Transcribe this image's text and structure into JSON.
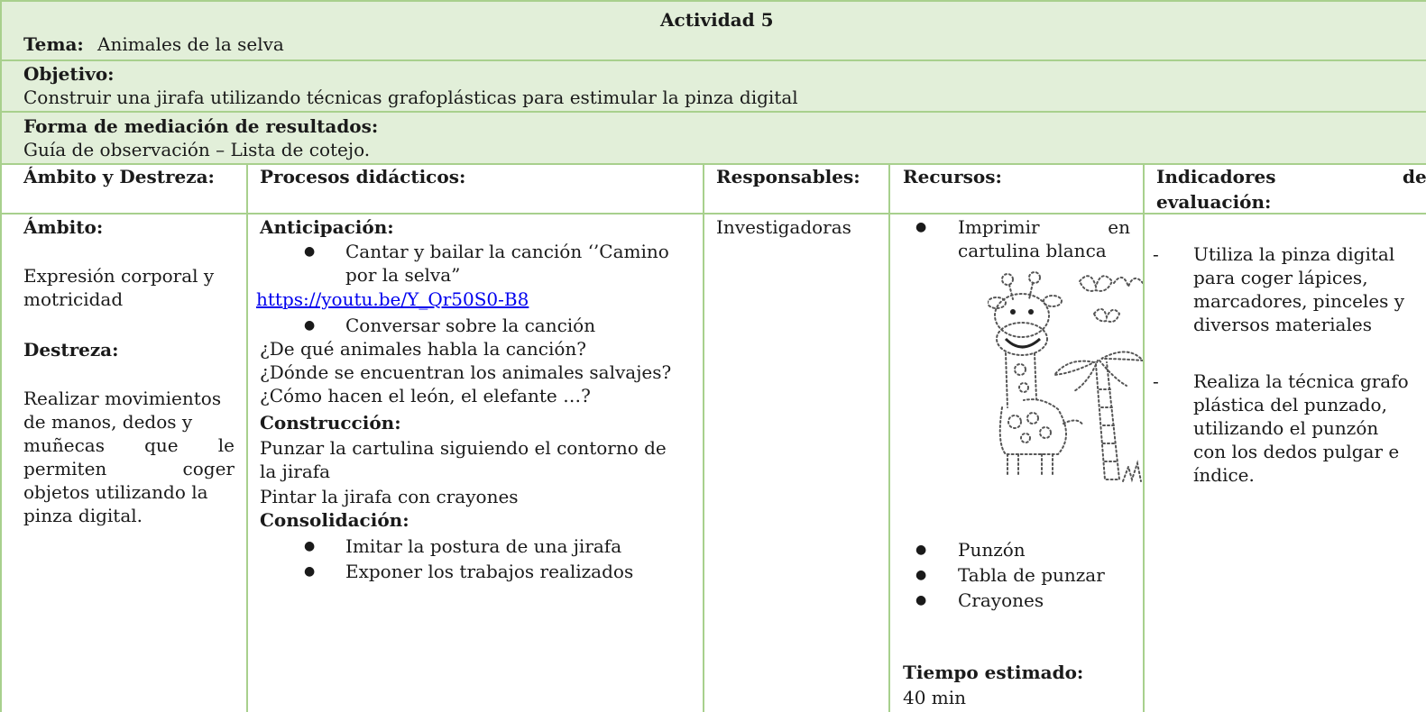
{
  "header": {
    "title": "Actividad 5",
    "tema_label": "Tema:",
    "tema_value": "Animales de la selva",
    "objetivo_label": "Objetivo:",
    "objetivo_value": "Construir una jirafa utilizando técnicas grafoplásticas para estimular la pinza digital",
    "forma_label": "Forma de mediación de resultados:",
    "forma_value": "Guía de observación – Lista de cotejo."
  },
  "columns": {
    "ambito": "Ámbito y Destreza:",
    "procesos": "Procesos didácticos:",
    "responsables": "Responsables:",
    "recursos": "Recursos:",
    "indicadores_1": "Indicadores",
    "indicadores_de": "de",
    "indicadores_2": "evaluación:"
  },
  "ambito_col": {
    "ambito_label": "Ámbito:",
    "ambito_l1": "Expresión corporal y",
    "ambito_l2": "motricidad",
    "destreza_label": "Destreza:",
    "destreza_l1": "Realizar movimientos",
    "destreza_l2": "de manos, dedos y",
    "destreza_l3a": "muñecas",
    "destreza_l3b": "que",
    "destreza_l3c": "le",
    "destreza_l4a": "permiten",
    "destreza_l4b": "coger",
    "destreza_l5": "objetos utilizando la",
    "destreza_l6": "pinza digital."
  },
  "procesos_col": {
    "anticipacion": "Anticipación:",
    "cantar_l1": "Cantar y bailar la canción ‘’Camino",
    "cantar_l2": "por la selva”",
    "link": "https://youtu.be/Y_Qr50S0-B8",
    "conversar": "Conversar sobre la canción",
    "q1": "¿De qué animales habla la canción?",
    "q2": "¿Dónde se encuentran los animales salvajes?",
    "q3": "¿Cómo hacen el león, el elefante …?",
    "construccion": "Construcción:",
    "punzar_l1": "Punzar la cartulina siguiendo el contorno de",
    "punzar_l2": "la jirafa",
    "pintar": "Pintar la jirafa con crayones",
    "consolidacion": "Consolidación:",
    "imitar": "Imitar la postura de una jirafa",
    "exponer": "Exponer los trabajos realizados"
  },
  "responsables_col": {
    "value": "Investigadoras"
  },
  "recursos_col": {
    "imprimir_a": "Imprimir",
    "imprimir_b": "en",
    "imprimir_l2": "cartulina blanca",
    "punzon": "Punzón",
    "tabla": "Tabla de punzar",
    "crayones": "Crayones",
    "tiempo_label": "Tiempo estimado:",
    "tiempo_value": "40 min"
  },
  "indicadores_col": {
    "i1_l1": "Utiliza la pinza digital",
    "i1_l2": "para coger lápices,",
    "i1_l3": "marcadores, pinceles y",
    "i1_l4": "diversos materiales",
    "i2_l1": "Realiza la técnica grafo",
    "i2_l2": "plástica del punzado,",
    "i2_l3": "utilizando el punzón",
    "i2_l4": "con los dedos pulgar e",
    "i2_l5": "índice."
  },
  "symbols": {
    "bullet": "●",
    "dash": "-"
  },
  "colors": {
    "header_fill": "#e2efd9",
    "border": "#a8d08d",
    "link": "#0000ee"
  }
}
